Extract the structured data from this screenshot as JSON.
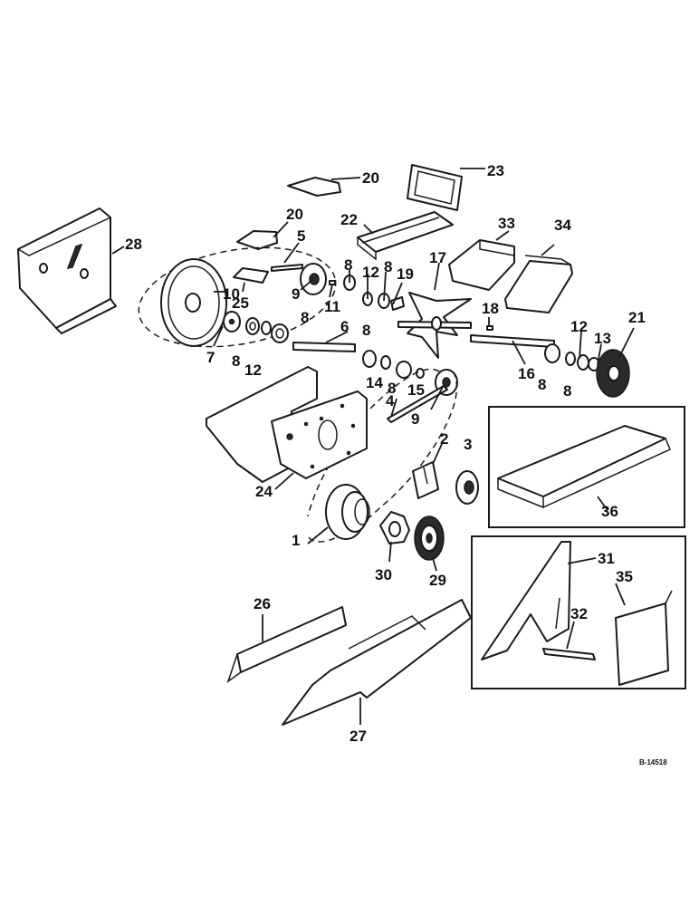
{
  "drawing_code": "B-14518",
  "callouts": [
    {
      "id": "c1",
      "text": "1"
    },
    {
      "id": "c2",
      "text": "2"
    },
    {
      "id": "c3",
      "text": "3"
    },
    {
      "id": "c4",
      "text": "4"
    },
    {
      "id": "c5",
      "text": "5"
    },
    {
      "id": "c6",
      "text": "6"
    },
    {
      "id": "c7",
      "text": "7"
    },
    {
      "id": "c8a",
      "text": "8"
    },
    {
      "id": "c8b",
      "text": "8"
    },
    {
      "id": "c8c",
      "text": "8"
    },
    {
      "id": "c8d",
      "text": "8"
    },
    {
      "id": "c8e",
      "text": "8"
    },
    {
      "id": "c8f",
      "text": "8"
    },
    {
      "id": "c8g",
      "text": "8"
    },
    {
      "id": "c8h",
      "text": "8"
    },
    {
      "id": "c9a",
      "text": "9"
    },
    {
      "id": "c9b",
      "text": "9"
    },
    {
      "id": "c10",
      "text": "10"
    },
    {
      "id": "c11",
      "text": "11"
    },
    {
      "id": "c12a",
      "text": "12"
    },
    {
      "id": "c12b",
      "text": "12"
    },
    {
      "id": "c12c",
      "text": "12"
    },
    {
      "id": "c13",
      "text": "13"
    },
    {
      "id": "c14",
      "text": "14"
    },
    {
      "id": "c15",
      "text": "15"
    },
    {
      "id": "c16",
      "text": "16"
    },
    {
      "id": "c17",
      "text": "17"
    },
    {
      "id": "c18",
      "text": "18"
    },
    {
      "id": "c19",
      "text": "19"
    },
    {
      "id": "c20a",
      "text": "20"
    },
    {
      "id": "c20b",
      "text": "20"
    },
    {
      "id": "c21",
      "text": "21"
    },
    {
      "id": "c22",
      "text": "22"
    },
    {
      "id": "c23",
      "text": "23"
    },
    {
      "id": "c24",
      "text": "24"
    },
    {
      "id": "c25",
      "text": "25"
    },
    {
      "id": "c26",
      "text": "26"
    },
    {
      "id": "c27",
      "text": "27"
    },
    {
      "id": "c28",
      "text": "28"
    },
    {
      "id": "c29",
      "text": "29"
    },
    {
      "id": "c30",
      "text": "30"
    },
    {
      "id": "c31",
      "text": "31"
    },
    {
      "id": "c32",
      "text": "32"
    },
    {
      "id": "c33",
      "text": "33"
    },
    {
      "id": "c34",
      "text": "34"
    },
    {
      "id": "c35",
      "text": "35"
    },
    {
      "id": "c36",
      "text": "36"
    }
  ]
}
